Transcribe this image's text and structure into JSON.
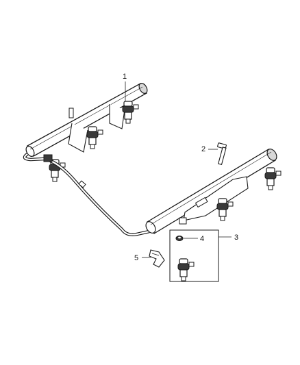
{
  "callouts": {
    "fuel_rail_left": "1",
    "bolt": "2",
    "injector_kit": "3",
    "o_ring": "4",
    "clip": "5"
  },
  "colors": {
    "line": "#1a1a1a",
    "fill": "#ffffff",
    "shade": "#d8d8d8",
    "dark": "#3a3a3a"
  }
}
